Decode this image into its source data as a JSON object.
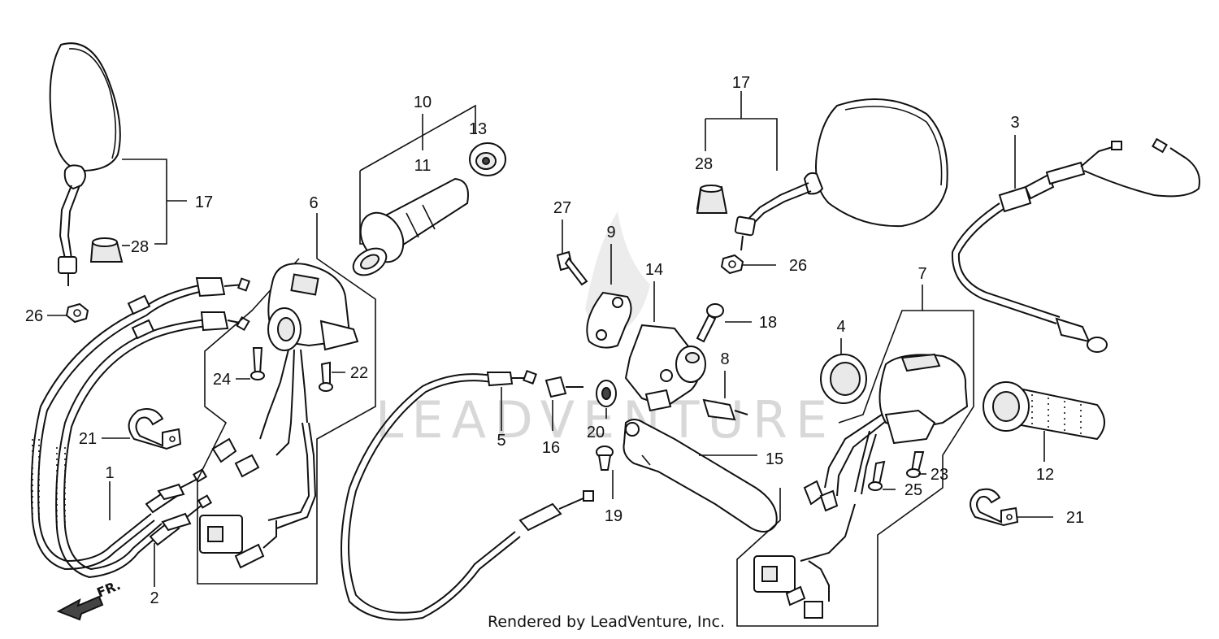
{
  "watermark": "LEADVENTURE",
  "footer": "Rendered by LeadVenture, Inc.",
  "direction_label": "FR.",
  "callouts": {
    "c1": "1",
    "c2": "2",
    "c3": "3",
    "c4": "4",
    "c5": "5",
    "c6": "6",
    "c7": "7",
    "c8": "8",
    "c9": "9",
    "c10": "10",
    "c11": "11",
    "c12": "12",
    "c13": "13",
    "c14": "14",
    "c15": "15",
    "c16": "16",
    "c17a": "17",
    "c17b": "17",
    "c18": "18",
    "c19": "19",
    "c20": "20",
    "c21a": "21",
    "c21b": "21",
    "c22": "22",
    "c23": "23",
    "c24": "24",
    "c25": "25",
    "c26a": "26",
    "c26b": "26",
    "c27": "27",
    "c28a": "28",
    "c28b": "28"
  }
}
